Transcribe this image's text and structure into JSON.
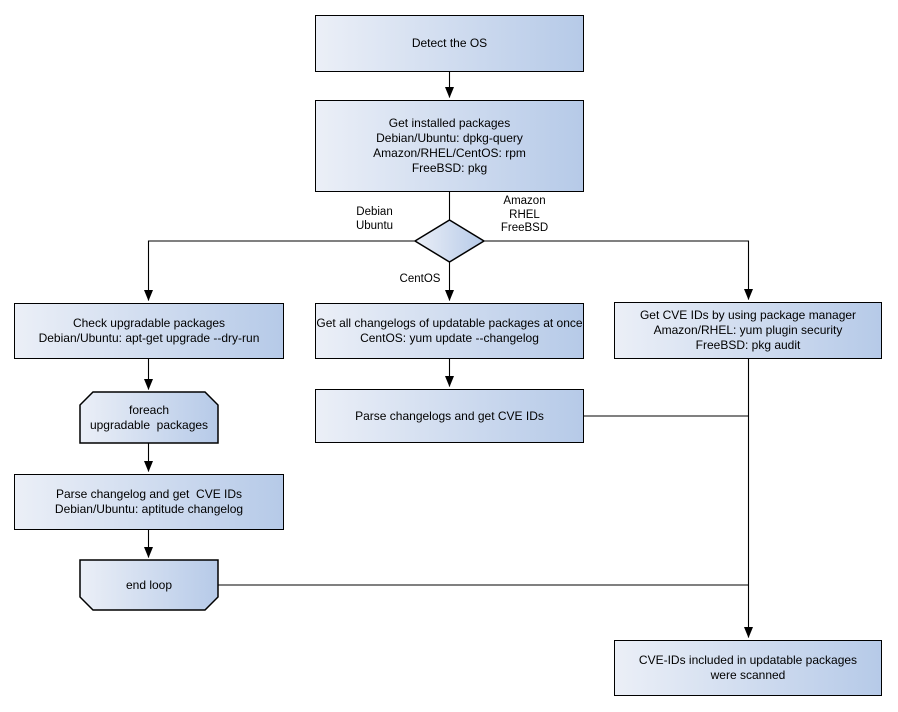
{
  "colors": {
    "background": "#ffffff",
    "node_gradient_start": "#ebeff7",
    "node_gradient_end": "#b6cae8",
    "border": "#000000",
    "line": "#000000",
    "text": "#000000"
  },
  "nodes": {
    "detect_os": {
      "text": "Detect the OS"
    },
    "get_installed": {
      "text": "Get installed packages\nDebian/Ubuntu: dpkg-query\nAmazon/RHEL/CentOS: rpm\nFreeBSD: pkg"
    },
    "check_upgradable": {
      "text": "Check upgradable packages\nDebian/Ubuntu: apt-get upgrade --dry-run"
    },
    "foreach_loop": {
      "text": "foreach\nupgradable  packages"
    },
    "parse_changelog": {
      "text": "Parse changelog and get  CVE IDs\nDebian/Ubuntu: aptitude changelog"
    },
    "end_loop": {
      "text": "end loop"
    },
    "get_changelogs": {
      "text": "Get all changelogs of updatable packages at once\nCentOS: yum update --changelog"
    },
    "parse_changelogs": {
      "text": "Parse changelogs and get CVE IDs"
    },
    "get_cve_ids": {
      "text": "Get CVE IDs by using package manager\nAmazon/RHEL: yum plugin security\nFreeBSD: pkg audit"
    },
    "scanned": {
      "text": "CVE-IDs included in updatable packages\nwere scanned"
    }
  },
  "edge_labels": {
    "debian_ubuntu": "Debian\nUbuntu",
    "amazon_rhel_freebsd": "Amazon\nRHEL\nFreeBSD",
    "centos": "CentOS"
  }
}
